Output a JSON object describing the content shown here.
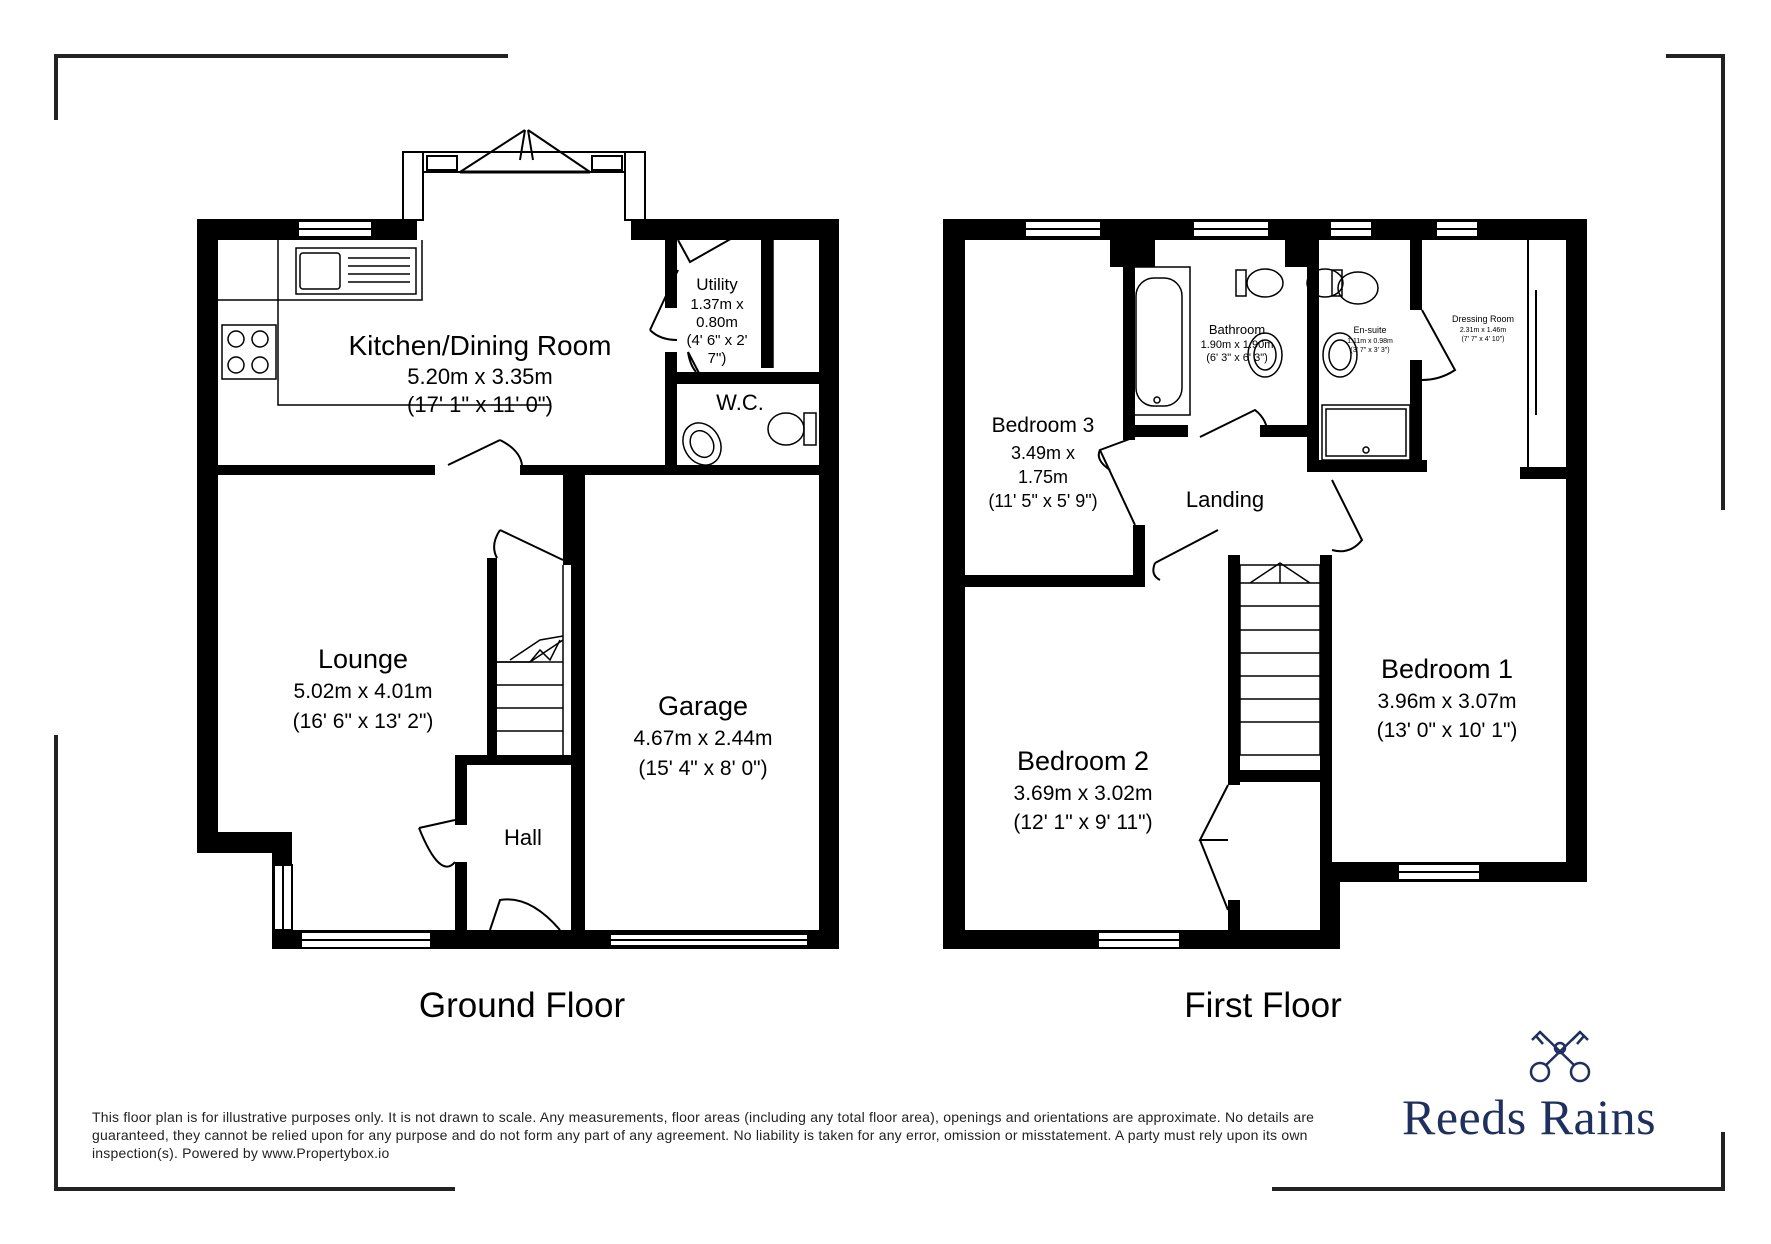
{
  "ground_floor": {
    "caption": "Ground Floor",
    "rooms": {
      "kitchen": {
        "name": "Kitchen/Dining Room",
        "metric": "5.20m x 3.35m",
        "imperial": "(17' 1\" x 11' 0\")"
      },
      "utility": {
        "name": "Utility",
        "metric_1": "1.37m x",
        "metric_2": "0.80m",
        "imperial_1": "(4' 6\" x 2'",
        "imperial_2": "7\")"
      },
      "wc": {
        "name": "W.C."
      },
      "lounge": {
        "name": "Lounge",
        "metric": "5.02m x 4.01m",
        "imperial": "(16' 6\" x 13' 2\")"
      },
      "garage": {
        "name": "Garage",
        "metric": "4.67m x 2.44m",
        "imperial": "(15' 4\" x 8' 0\")"
      },
      "hall": {
        "name": "Hall"
      }
    }
  },
  "first_floor": {
    "caption": "First Floor",
    "rooms": {
      "bedroom3": {
        "name": "Bedroom 3",
        "metric_1": "3.49m x",
        "metric_2": "1.75m",
        "imperial": "(11' 5\" x 5' 9\")"
      },
      "bathroom": {
        "name": "Bathroom",
        "metric": "1.90m x 1.90m",
        "imperial": "(6' 3\" x 6' 3\")"
      },
      "ensuite": {
        "name": "En-suite",
        "metric": "1.11m x 0.98m",
        "imperial": "(3' 7\" x 3' 3\")"
      },
      "dressing": {
        "name": "Dressing Room",
        "metric": "2.31m x 1.46m",
        "imperial": "(7' 7\" x 4' 10\")"
      },
      "landing": {
        "name": "Landing"
      },
      "bedroom1": {
        "name": "Bedroom 1",
        "metric": "3.96m x 3.07m",
        "imperial": "(13' 0\" x 10' 1\")"
      },
      "bedroom2": {
        "name": "Bedroom 2",
        "metric": "3.69m x 3.02m",
        "imperial": "(12' 1\" x 9' 11\")"
      }
    }
  },
  "disclaimer": "This floor plan is for illustrative purposes only. It is not drawn to scale. Any measurements, floor areas (including any total floor area), openings and orientations are approximate. No details are guaranteed, they cannot be relied upon for any purpose and do not form any part of any agreement. No liability is taken for any error, omission or misstatement. A party must rely upon its own inspection(s). Powered by www.Propertybox.io",
  "brand": {
    "name": "Reeds Rains",
    "color": "#1f2f5e",
    "icon": "crossed-keys-icon"
  }
}
